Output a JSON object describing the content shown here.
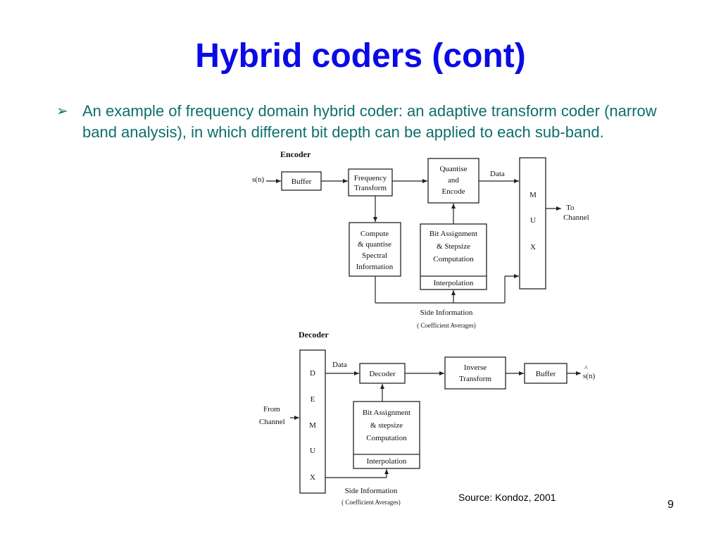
{
  "slide": {
    "title": "Hybrid coders (cont)",
    "bullet_icon": "arrow-bullet-icon",
    "bullet": "An example of frequency domain hybrid coder: an adaptive transform coder (narrow band analysis), in which different bit depth can be applied to each sub-band.",
    "source": "Source: Kondoz, 2001",
    "page_number": "9"
  },
  "encoder": {
    "heading": "Encoder",
    "input": "s(n)",
    "buffer": "Buffer",
    "freq_transform": [
      "Frequency",
      "Transform"
    ],
    "quantise": [
      "Quantise",
      "and",
      "Encode"
    ],
    "data": "Data",
    "mux": [
      "M",
      "U",
      "X"
    ],
    "to_channel": [
      "To",
      "Channel"
    ],
    "compute": [
      "Compute",
      "& quantise",
      "Spectral",
      "Information"
    ],
    "bit_assign": [
      "Bit Assignment",
      "& Stepsize",
      "Computation"
    ],
    "interpolation": "Interpolation",
    "side_info": "Side Information",
    "side_info_sub": "( Coefficient Averages)"
  },
  "decoder": {
    "heading": "Decoder",
    "from_channel": [
      "From",
      "Channel"
    ],
    "demux": [
      "D",
      "E",
      "M",
      "U",
      "X"
    ],
    "data": "Data",
    "decoder_block": "Decoder",
    "inverse_transform": [
      "Inverse",
      "Transform"
    ],
    "buffer": "Buffer",
    "output": "s(n)",
    "bit_assign": [
      "Bit Assignment",
      "& stepsize",
      "Computation"
    ],
    "interpolation": "Interpolation",
    "side_info": "Side Information",
    "side_info_sub": "( Coefficient Averages)"
  }
}
